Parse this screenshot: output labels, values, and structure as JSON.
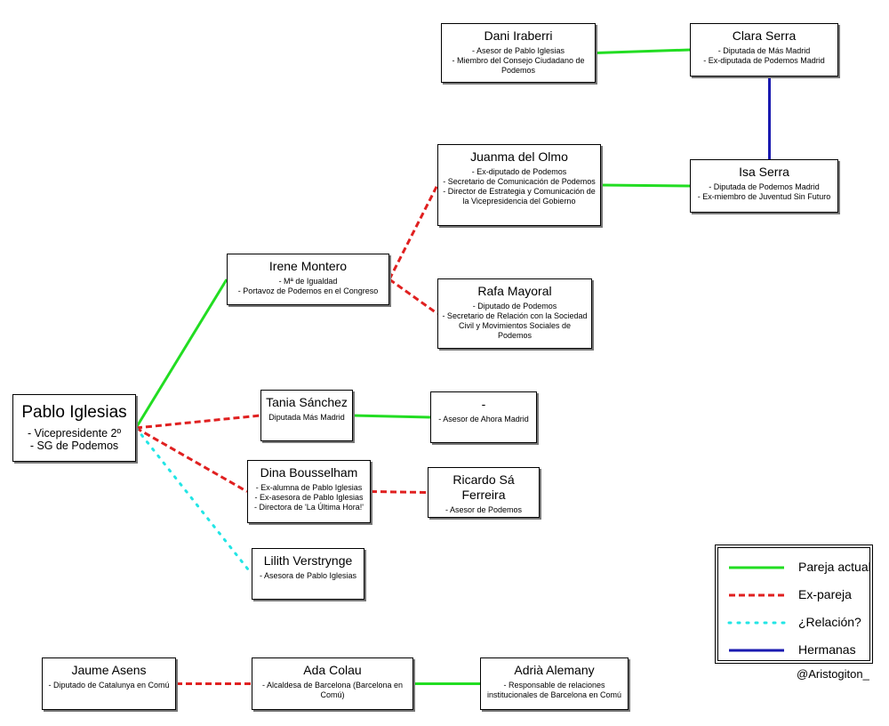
{
  "nodes": {
    "pablo": {
      "name": "Pablo Iglesias",
      "desc": [
        "- Vicepresidente 2º",
        "- SG de Podemos"
      ]
    },
    "dani": {
      "name": "Dani Iraberri",
      "desc": [
        "- Asesor de Pablo Iglesias",
        "- Miembro del Consejo Ciudadano de Podemos"
      ]
    },
    "clara": {
      "name": "Clara Serra",
      "desc": [
        "- Diputada de Más Madrid",
        "- Ex-diputada de Podemos Madrid"
      ]
    },
    "juanma": {
      "name": "Juanma del Olmo",
      "desc": [
        "- Ex-diputado de Podemos",
        "- Secretario de Comunicación de Podemos",
        "- Director de Estrategia y Comunicación de la Vicepresidencia del Gobierno"
      ]
    },
    "isa": {
      "name": "Isa Serra",
      "desc": [
        "- Diputada de Podemos Madrid",
        "- Ex-miembro de Juventud Sin Futuro"
      ]
    },
    "irene": {
      "name": "Irene Montero",
      "desc": [
        "- Mª de Igualdad",
        "- Portavoz de Podemos en el Congreso"
      ]
    },
    "rafa": {
      "name": "Rafa Mayoral",
      "desc": [
        "- Diputado de Podemos",
        "- Secretario de Relación con la Sociedad Civil y Movimientos Sociales de Podemos"
      ]
    },
    "tania": {
      "name": "Tania Sánchez",
      "desc": [
        "Diputada Más Madrid"
      ]
    },
    "unknown": {
      "name": "-",
      "desc": [
        "- Asesor de Ahora Madrid"
      ]
    },
    "dina": {
      "name": "Dina Bousselham",
      "desc": [
        "- Ex-alumna de Pablo Iglesias",
        "- Ex-asesora de Pablo Iglesias",
        "- Directora de 'La Última Hora!'"
      ]
    },
    "ricardo": {
      "name": "Ricardo Sá Ferreira",
      "desc": [
        "- Asesor de Podemos"
      ]
    },
    "lilith": {
      "name": "Lilith Verstrynge",
      "desc": [
        "- Asesora de Pablo Iglesias"
      ]
    },
    "jaume": {
      "name": "Jaume Asens",
      "desc": [
        "- Diputado de Catalunya en Comú"
      ]
    },
    "ada": {
      "name": "Ada Colau",
      "desc": [
        "- Alcaldesa de Barcelona (Barcelona en Comú)"
      ]
    },
    "adria": {
      "name": "Adrià Alemany",
      "desc": [
        "- Responsable de relaciones institucionales de Barcelona en Comú"
      ]
    }
  },
  "edges": [
    {
      "from": "pablo",
      "to": "irene",
      "type": "pareja"
    },
    {
      "from": "pablo",
      "to": "tania",
      "type": "expareja"
    },
    {
      "from": "pablo",
      "to": "dina",
      "type": "expareja"
    },
    {
      "from": "pablo",
      "to": "lilith",
      "type": "relacion"
    },
    {
      "from": "irene",
      "to": "juanma",
      "type": "expareja"
    },
    {
      "from": "irene",
      "to": "rafa",
      "type": "expareja"
    },
    {
      "from": "juanma",
      "to": "isa",
      "type": "pareja"
    },
    {
      "from": "dani",
      "to": "clara",
      "type": "pareja"
    },
    {
      "from": "clara",
      "to": "isa",
      "type": "hermanas"
    },
    {
      "from": "tania",
      "to": "unknown",
      "type": "pareja"
    },
    {
      "from": "dina",
      "to": "ricardo",
      "type": "expareja"
    },
    {
      "from": "jaume",
      "to": "ada",
      "type": "expareja"
    },
    {
      "from": "ada",
      "to": "adria",
      "type": "pareja"
    }
  ],
  "legend": {
    "pareja": {
      "label": "Pareja actual",
      "color": "#22dd22"
    },
    "expareja": {
      "label": "Ex-pareja",
      "color": "#e02020"
    },
    "relacion": {
      "label": "¿Relación?",
      "color": "#22e5e5"
    },
    "hermanas": {
      "label": "Hermanas",
      "color": "#1a1ab0"
    }
  },
  "credit": "@Aristogiton_"
}
